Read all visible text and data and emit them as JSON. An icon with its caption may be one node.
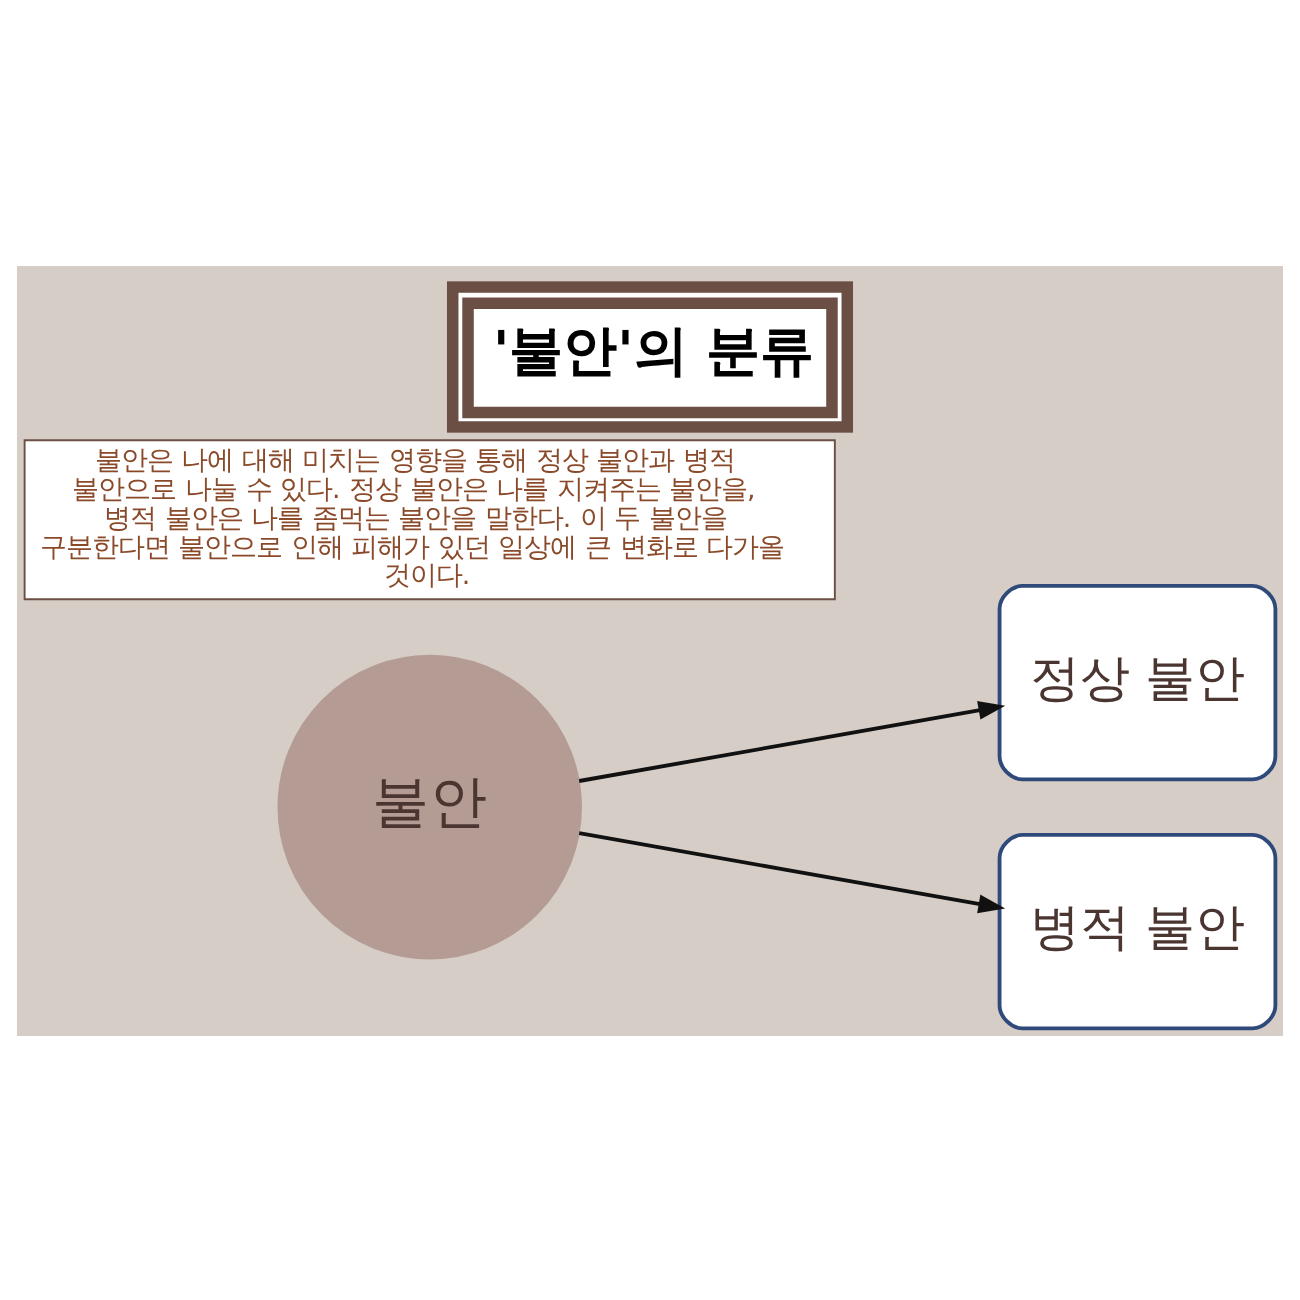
{
  "diagram": {
    "title": "'불안'의 분류",
    "nodes": [
      {
        "text": [
          "불안"
        ]
      },
      {
        "text": [
          "정상 불안"
        ]
      },
      {
        "text": [
          "병적 불안"
        ]
      }
    ],
    "edges": [
      {
        "from": 0,
        "to": 1,
        "arrow": "to"
      },
      {
        "from": 0,
        "to": 2,
        "arrow": "to"
      }
    ],
    "labels": [
      "불안은 나에 대해 미치는 영향을 통해 정상 불안과 병적 불안으로 나눌 수 있다. 정상 불안은 나를 지켜주는 불안을, 병적 불안은 나를 좀먹는 불안을 말한다. 이 두 불안을 구분한다면 불안으로 인해 피해가 있던 일상에 큰 변화로 다가올 것이다."
    ]
  }
}
